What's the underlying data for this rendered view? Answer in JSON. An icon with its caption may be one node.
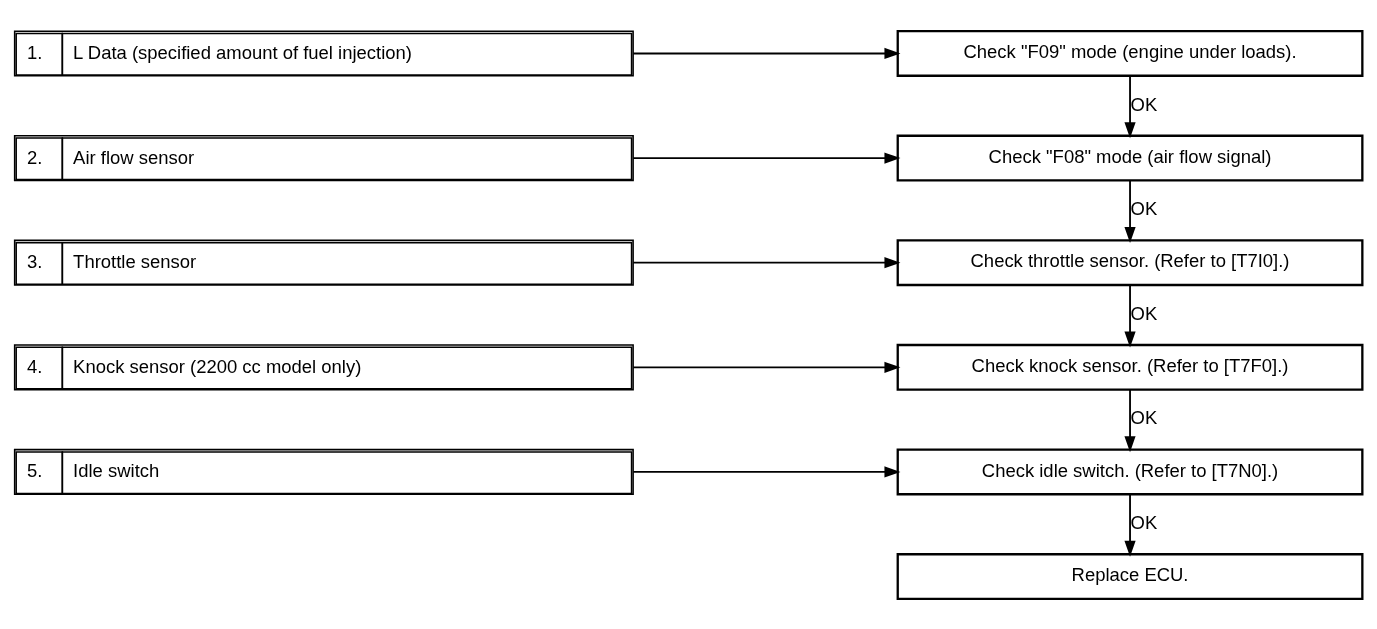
{
  "diagram": {
    "nodes": [
      {
        "text": [
          "1.",
          "L Data (specified amount of fuel injection)"
        ]
      },
      {
        "text": [
          "2.",
          "Air flow sensor"
        ]
      },
      {
        "text": [
          "3.",
          "Throttle sensor"
        ]
      },
      {
        "text": [
          "4.",
          "Knock sensor (2200 cc model only)"
        ]
      },
      {
        "text": [
          "5.",
          "Idle switch"
        ]
      },
      {
        "text": [
          "Check \"F09\" mode (engine under loads)."
        ]
      },
      {
        "text": [
          "Check \"F08\" mode (air flow signal)"
        ]
      },
      {
        "text": [
          "Check throttle sensor. (Refer to [T7I0].)"
        ]
      },
      {
        "text": [
          "Check knock sensor. (Refer to [T7F0].)"
        ]
      },
      {
        "text": [
          "Check idle switch. (Refer to [T7N0].)"
        ]
      },
      {
        "text": [
          "Replace ECU."
        ]
      }
    ],
    "edges": [
      {
        "from": 0,
        "to": 5,
        "arrow": "to"
      },
      {
        "from": 1,
        "to": 6,
        "arrow": "to"
      },
      {
        "from": 2,
        "to": 7,
        "arrow": "to"
      },
      {
        "from": 3,
        "to": 8,
        "arrow": "to"
      },
      {
        "from": 4,
        "to": 9,
        "arrow": "to"
      },
      {
        "from": 5,
        "to": 6,
        "label": "OK",
        "arrow": "to"
      },
      {
        "from": 6,
        "to": 7,
        "label": "OK",
        "arrow": "to"
      },
      {
        "from": 7,
        "to": 8,
        "label": "OK",
        "arrow": "to"
      },
      {
        "from": 8,
        "to": 9,
        "label": "OK",
        "arrow": "to"
      },
      {
        "from": 9,
        "to": 10,
        "label": "OK",
        "arrow": "to"
      }
    ]
  }
}
